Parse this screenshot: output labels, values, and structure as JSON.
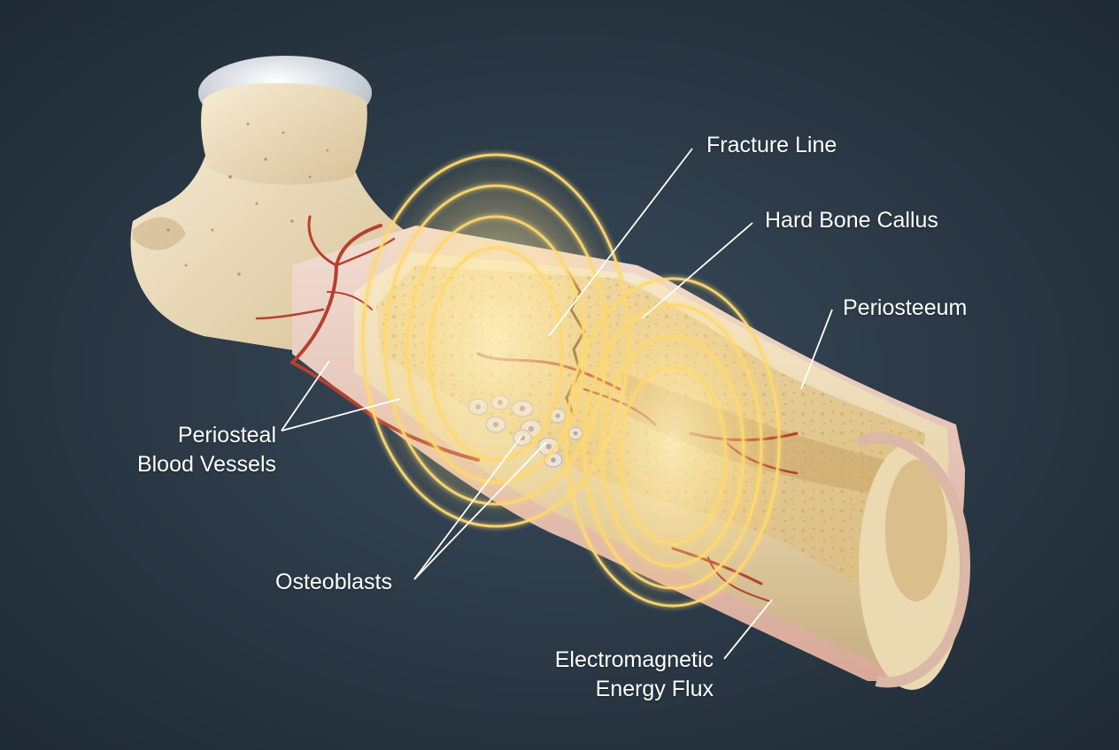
{
  "labels": {
    "fracture_line": "Fracture Line",
    "hard_bone_callus": "Hard Bone Callus",
    "periosteum": "Periosteeum",
    "periosteal_blood_vessels": [
      "Periosteal",
      "Blood Vessels"
    ],
    "osteoblasts": "Osteoblasts",
    "electromagnetic_energy_flux": [
      "Electromagnetic",
      "Energy Flux"
    ]
  },
  "colors": {
    "background": "#2a3845",
    "bone": "#efe0bf",
    "bone_shadow": "#cdb88f",
    "cartilage": "#dfe4ea",
    "marrow": "#e6cc96",
    "vessel": "#b5412e",
    "energy_rings": "#ffd970",
    "periosteum": "#e8c3b4",
    "text": "#ffffff",
    "leader": "#ffffff"
  }
}
